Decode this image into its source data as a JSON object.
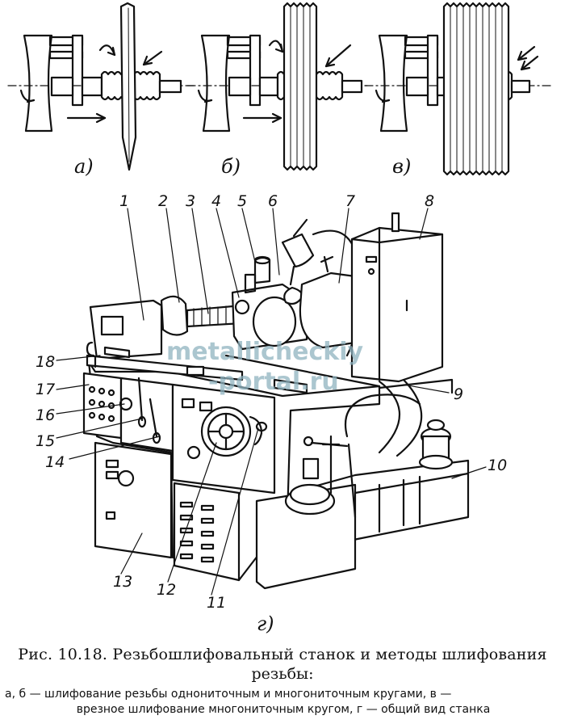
{
  "subfigures": {
    "a": "а)",
    "b": "б)",
    "v": "в)",
    "g": "г)"
  },
  "part_numbers": [
    "1",
    "2",
    "3",
    "4",
    "5",
    "6",
    "7",
    "8",
    "9",
    "10",
    "11",
    "12",
    "13",
    "14",
    "15",
    "16",
    "17",
    "18"
  ],
  "watermark": {
    "line1": "metallicheckiy",
    "line2": "-portal.ru"
  },
  "caption": {
    "label": "Рис.",
    "number": "10.18.",
    "title_part1": "Резьбошлифовальный станок и методы шлифования",
    "title_part2": "резьбы:"
  },
  "legend": {
    "line1": "а, б — шлифование резьбы однониточным и многониточным кругами, в —",
    "line2": "врезное шлифование многониточным кругом, г — общий вид станка"
  }
}
